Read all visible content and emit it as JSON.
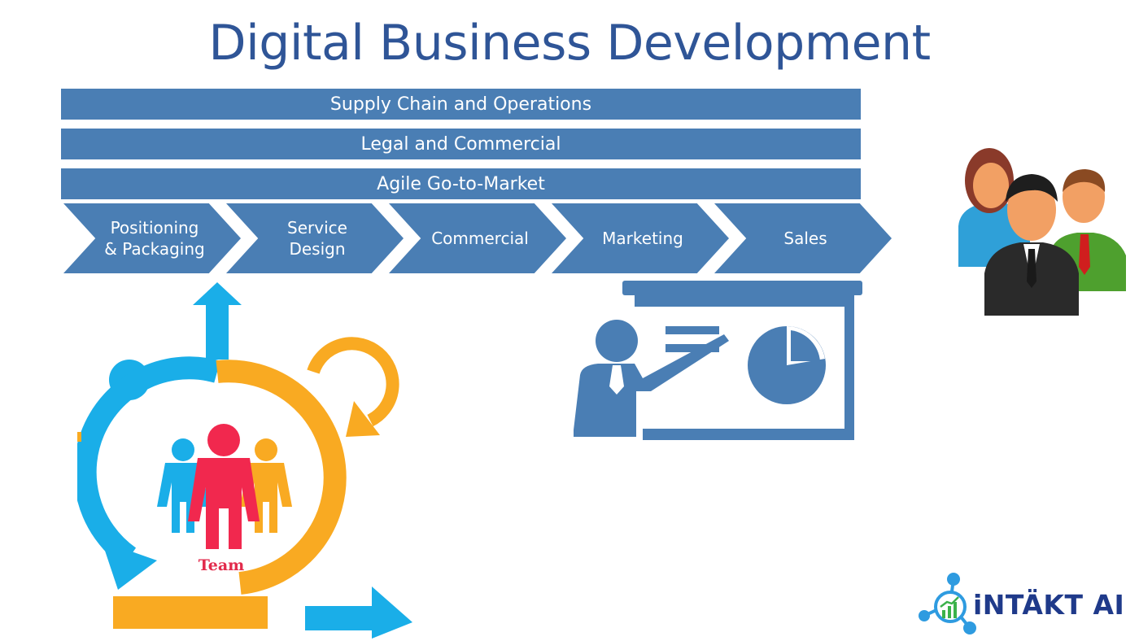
{
  "title": "Digital Business Development",
  "bars": [
    {
      "label": "Supply Chain and Operations"
    },
    {
      "label": "Legal and Commercial"
    },
    {
      "label": "Agile Go-to-Market"
    }
  ],
  "stages": [
    {
      "label": "Positioning\n& Packaging"
    },
    {
      "label": "Service\nDesign"
    },
    {
      "label": "Commercial"
    },
    {
      "label": "Marketing"
    },
    {
      "label": "Sales"
    }
  ],
  "team_label": "Team",
  "brand": "iNTÄKT AI",
  "colors": {
    "title": "#2F5597",
    "block": "#4A7EB4",
    "cycle_blue": "#1AAEE8",
    "cycle_orange": "#F9AA22",
    "team_red": "#F1284E"
  }
}
